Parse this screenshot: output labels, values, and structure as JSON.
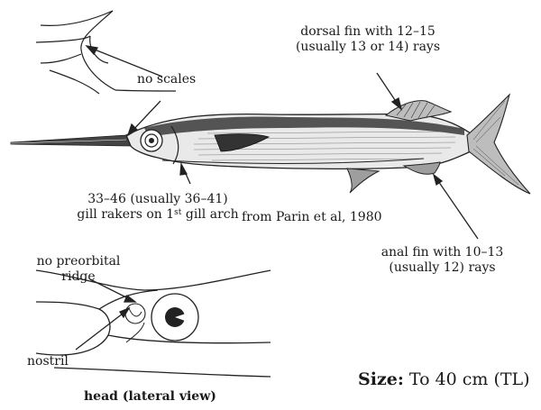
{
  "labels": {
    "no_scales": "no scales",
    "dorsal_line1": "dorsal fin with 12–15",
    "dorsal_line2": "(usually 13 or 14) rays",
    "gill_line1": "33–46 (usually 36–41)",
    "gill_line2_pre": "gill rakers on 1",
    "gill_line2_sup": "st",
    "gill_line2_post": " gill arch",
    "source": "from  Parin et al, 1980",
    "anal_line1": "anal fin with 10–13",
    "anal_line2": "(usually 12) rays",
    "preorbital_line1": "no preorbital",
    "preorbital_line2": "ridge",
    "nostril": "nostril",
    "head_caption": "head (lateral view)",
    "size_label": "Size:",
    "size_value": " To 40 cm (TL)"
  }
}
